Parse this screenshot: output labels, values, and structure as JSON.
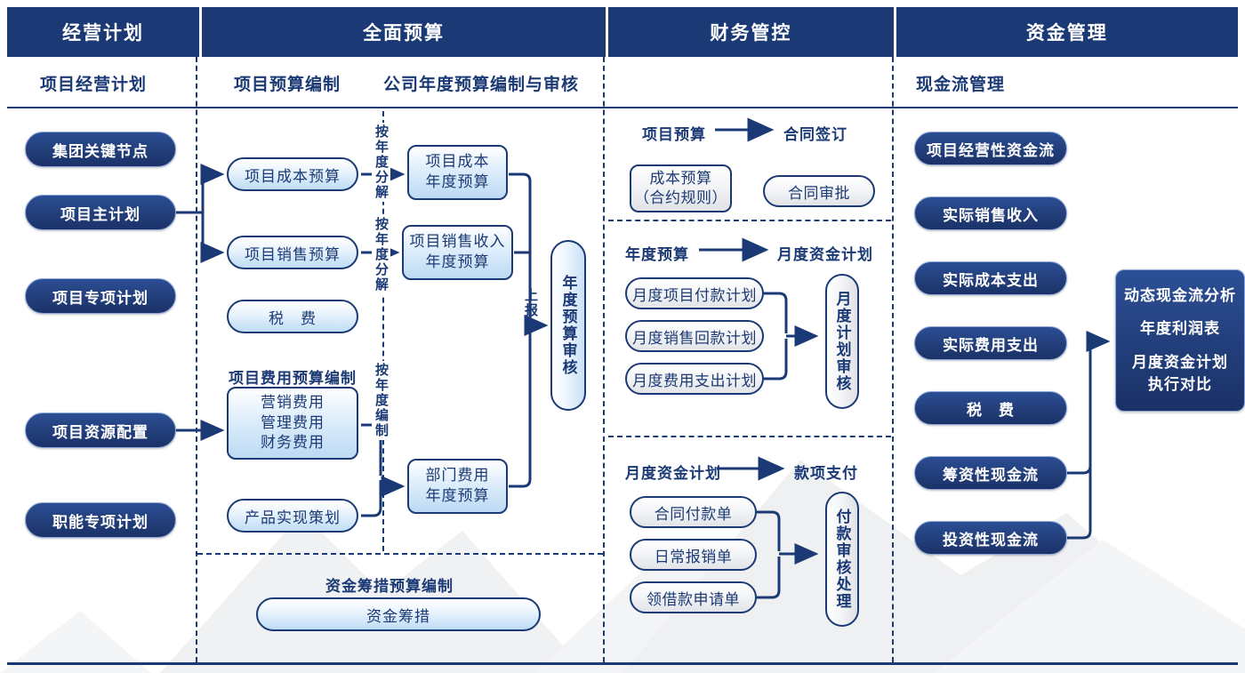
{
  "header": {
    "columns": [
      {
        "title": "经营计划"
      },
      {
        "title": "全面预算"
      },
      {
        "title": "财务管控"
      },
      {
        "title": "资金管理"
      }
    ]
  },
  "subheader": {
    "labels": [
      {
        "text": "项目经营计划"
      },
      {
        "text": "项目预算编制"
      },
      {
        "text": "公司年度预算编制与审核"
      },
      {
        "text": "现金流管理"
      }
    ]
  },
  "business_plan": {
    "items": [
      {
        "label": "集团关键节点"
      },
      {
        "label": "项目主计划"
      },
      {
        "label": "项目专项计划"
      },
      {
        "label": "项目资源配置"
      },
      {
        "label": "职能专项计划"
      }
    ]
  },
  "budget": {
    "project_budget_items": [
      {
        "label": "项目成本预算"
      },
      {
        "label": "项目销售预算"
      },
      {
        "label": "税　费"
      }
    ],
    "expense_caption": "项目费用预算编制",
    "expense_box_lines": [
      "营销费用",
      "管理费用",
      "财务费用"
    ],
    "product_plan": "产品实现策划",
    "annual_boxes": [
      {
        "lines": [
          "项目成本",
          "年度预算"
        ]
      },
      {
        "lines": [
          "项目销售收入",
          "年度预算"
        ]
      },
      {
        "lines": [
          "部门费用",
          "年度预算"
        ]
      }
    ],
    "annual_review": "年度预算审核",
    "edge_labels": {
      "decompose_1": "按年度分解",
      "decompose_2": "按年度分解",
      "compile": "按年度编制",
      "submit": "上报"
    },
    "funding_caption": "资金筹措预算编制",
    "funding_item": "资金筹措"
  },
  "financial_control": {
    "panels": [
      {
        "from": "项目预算",
        "to": "合同签订",
        "left_box_lines": [
          "成本预算",
          "（合约规则）"
        ],
        "right_item": "合同审批"
      },
      {
        "from": "年度预算",
        "to": "月度资金计划",
        "items": [
          "月度项目付款计划",
          "月度销售回款计划",
          "月度费用支出计划"
        ],
        "review": "月度计划审核"
      },
      {
        "from": "月度资金计划",
        "to": "款项支付",
        "items": [
          "合同付款单",
          "日常报销单",
          "领借款申请单"
        ],
        "review": "付款审核处理"
      }
    ]
  },
  "fund_management": {
    "items": [
      {
        "label": "项目经营性资金流"
      },
      {
        "label": "实际销售收入"
      },
      {
        "label": "实际成本支出"
      },
      {
        "label": "实际费用支出"
      },
      {
        "label": "税　费"
      },
      {
        "label": "筹资性现金流"
      },
      {
        "label": "投资性现金流"
      }
    ],
    "analysis_box": {
      "line1": "动态现金流分析",
      "line2": "年度利润表",
      "line3": "月度资金计划",
      "line4": "执行对比"
    }
  },
  "colors": {
    "navy": "#1b3a75",
    "pill_dark_top": "#2b4e94",
    "pill_dark_bottom": "#1b3268",
    "pill_light_bottom": "#bfdcf5",
    "white": "#ffffff"
  }
}
